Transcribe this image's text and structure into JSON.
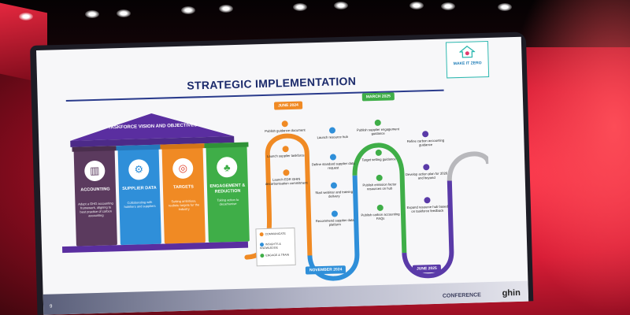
{
  "slide": {
    "title": "STRATEGIC IMPLEMENTATION",
    "badge_text": "MAKE IT ZERO",
    "footer_logo": "ghin",
    "footer_brand": "CONFERENCE",
    "page_number": "9"
  },
  "temple": {
    "roof_label": "TASKFORCE VISION AND OBJECTIVES",
    "pillars": [
      {
        "title": "ACCOUNTING",
        "desc": "Adopt a GHG accounting framework, aligning to best practice of carbon accounting",
        "color": "#5b3a5e",
        "icon": "chart-icon"
      },
      {
        "title": "SUPPLIER DATA",
        "desc": "Collaborating with hoteliers and suppliers",
        "color": "#2f8fd9",
        "icon": "network-icon"
      },
      {
        "title": "TARGETS",
        "desc": "Setting ambitious, realistic targets for the industry",
        "color": "#f08a24",
        "icon": "target-icon"
      },
      {
        "title": "ENGAGEMENT & REDUCTION",
        "desc": "Taking action to decarbonise",
        "color": "#3fae48",
        "icon": "tree-icon"
      }
    ]
  },
  "timeline": {
    "milestones": [
      {
        "label": "JUNE 2024",
        "color": "#f08a24"
      },
      {
        "label": "NOVEMBER 2024",
        "color": "#2f8fd9"
      },
      {
        "label": "MARCH 2025",
        "color": "#3fae48"
      },
      {
        "label": "JUNE 2025",
        "color": "#5a3aa8"
      }
    ],
    "steps": [
      "Publish guidance document",
      "Launch supplier taskforce",
      "Launch EDR GHIN decarbonisation commitment",
      "Launch resource hub",
      "Define standard supplier data request",
      "Start webinar and training delivery",
      "Recommend supplier data platform",
      "Publish supplier engagement guidance",
      "Target setting guidance",
      "Publish emission factor resources on hub",
      "Publish carbon accounting FAQs",
      "Refine carbon accounting guidance",
      "Develop action plan for 2026 and beyond",
      "Expand resource hub based on taskforce feedback"
    ],
    "legend": [
      "COMMUNICATE",
      "INSIGHTS & KNOWLEDGE",
      "ENGAGE & TRAIN"
    ]
  },
  "colors": {
    "accent": "#1b2a6b",
    "purple": "#5a2ea0",
    "grey_line": "#b8b8bc"
  }
}
